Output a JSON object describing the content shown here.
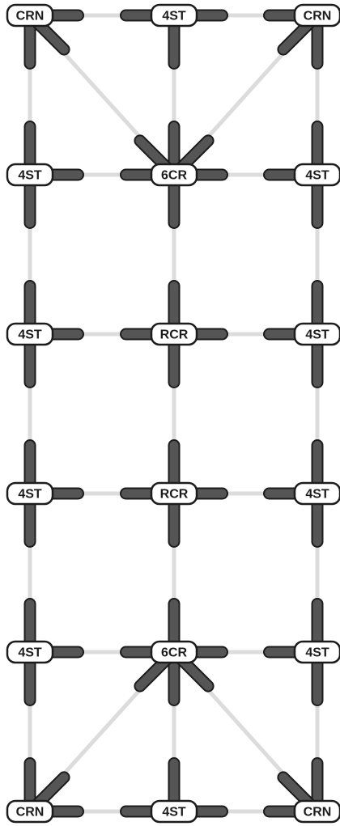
{
  "colors": {
    "arm_fill": "#555555",
    "arm_outline": "#1c1c1c",
    "edge": "#dcdcdc",
    "label_fill": "#ffffff"
  },
  "nodes": [
    {
      "id": "n-0-0",
      "label": "CRN",
      "col": 0,
      "row": 0
    },
    {
      "id": "n-1-0",
      "label": "4ST",
      "col": 1,
      "row": 0
    },
    {
      "id": "n-2-0",
      "label": "CRN",
      "col": 2,
      "row": 0
    },
    {
      "id": "n-0-1",
      "label": "4ST",
      "col": 0,
      "row": 1
    },
    {
      "id": "n-1-1",
      "label": "6CR",
      "col": 1,
      "row": 1
    },
    {
      "id": "n-2-1",
      "label": "4ST",
      "col": 2,
      "row": 1
    },
    {
      "id": "n-0-2",
      "label": "4ST",
      "col": 0,
      "row": 2
    },
    {
      "id": "n-1-2",
      "label": "RCR",
      "col": 1,
      "row": 2
    },
    {
      "id": "n-2-2",
      "label": "4ST",
      "col": 2,
      "row": 2
    },
    {
      "id": "n-0-3",
      "label": "4ST",
      "col": 0,
      "row": 3
    },
    {
      "id": "n-1-3",
      "label": "RCR",
      "col": 1,
      "row": 3
    },
    {
      "id": "n-2-3",
      "label": "4ST",
      "col": 2,
      "row": 3
    },
    {
      "id": "n-0-4",
      "label": "4ST",
      "col": 0,
      "row": 4
    },
    {
      "id": "n-1-4",
      "label": "6CR",
      "col": 1,
      "row": 4
    },
    {
      "id": "n-2-4",
      "label": "4ST",
      "col": 2,
      "row": 4
    },
    {
      "id": "n-0-5",
      "label": "CRN",
      "col": 0,
      "row": 5
    },
    {
      "id": "n-1-5",
      "label": "4ST",
      "col": 1,
      "row": 5
    },
    {
      "id": "n-2-5",
      "label": "CRN",
      "col": 2,
      "row": 5
    }
  ],
  "edges": [
    [
      "n-0-0",
      "n-1-0"
    ],
    [
      "n-1-0",
      "n-2-0"
    ],
    [
      "n-0-1",
      "n-1-1"
    ],
    [
      "n-1-1",
      "n-2-1"
    ],
    [
      "n-0-2",
      "n-1-2"
    ],
    [
      "n-1-2",
      "n-2-2"
    ],
    [
      "n-0-3",
      "n-1-3"
    ],
    [
      "n-1-3",
      "n-2-3"
    ],
    [
      "n-0-4",
      "n-1-4"
    ],
    [
      "n-1-4",
      "n-2-4"
    ],
    [
      "n-0-5",
      "n-1-5"
    ],
    [
      "n-1-5",
      "n-2-5"
    ],
    [
      "n-0-0",
      "n-0-1"
    ],
    [
      "n-0-1",
      "n-0-2"
    ],
    [
      "n-0-2",
      "n-0-3"
    ],
    [
      "n-0-3",
      "n-0-4"
    ],
    [
      "n-0-4",
      "n-0-5"
    ],
    [
      "n-1-0",
      "n-1-1"
    ],
    [
      "n-1-1",
      "n-1-2"
    ],
    [
      "n-1-2",
      "n-1-3"
    ],
    [
      "n-1-3",
      "n-1-4"
    ],
    [
      "n-1-4",
      "n-1-5"
    ],
    [
      "n-2-0",
      "n-2-1"
    ],
    [
      "n-2-1",
      "n-2-2"
    ],
    [
      "n-2-2",
      "n-2-3"
    ],
    [
      "n-2-3",
      "n-2-4"
    ],
    [
      "n-2-4",
      "n-2-5"
    ],
    [
      "n-0-0",
      "n-1-1"
    ],
    [
      "n-2-0",
      "n-1-1"
    ],
    [
      "n-0-5",
      "n-1-4"
    ],
    [
      "n-2-5",
      "n-1-4"
    ]
  ],
  "arms": {
    "n-0-0": [
      "E",
      "S",
      "SE"
    ],
    "n-1-0": [
      "W",
      "E",
      "S"
    ],
    "n-2-0": [
      "W",
      "S",
      "SW"
    ],
    "n-0-1": [
      "N",
      "S",
      "E"
    ],
    "n-1-1": [
      "N",
      "NW",
      "NE",
      "S",
      "W",
      "E"
    ],
    "n-2-1": [
      "N",
      "S",
      "W"
    ],
    "n-0-2": [
      "N",
      "S",
      "E"
    ],
    "n-1-2": [
      "N",
      "S",
      "W",
      "E"
    ],
    "n-2-2": [
      "N",
      "S",
      "W"
    ],
    "n-0-3": [
      "N",
      "S",
      "E"
    ],
    "n-1-3": [
      "N",
      "S",
      "W",
      "E"
    ],
    "n-2-3": [
      "N",
      "S",
      "W"
    ],
    "n-0-4": [
      "N",
      "S",
      "E"
    ],
    "n-1-4": [
      "N",
      "S",
      "SW",
      "SE",
      "W",
      "E"
    ],
    "n-2-4": [
      "N",
      "S",
      "W"
    ],
    "n-0-5": [
      "N",
      "E",
      "NE"
    ],
    "n-1-5": [
      "W",
      "E",
      "N"
    ],
    "n-2-5": [
      "N",
      "W",
      "NW"
    ]
  }
}
